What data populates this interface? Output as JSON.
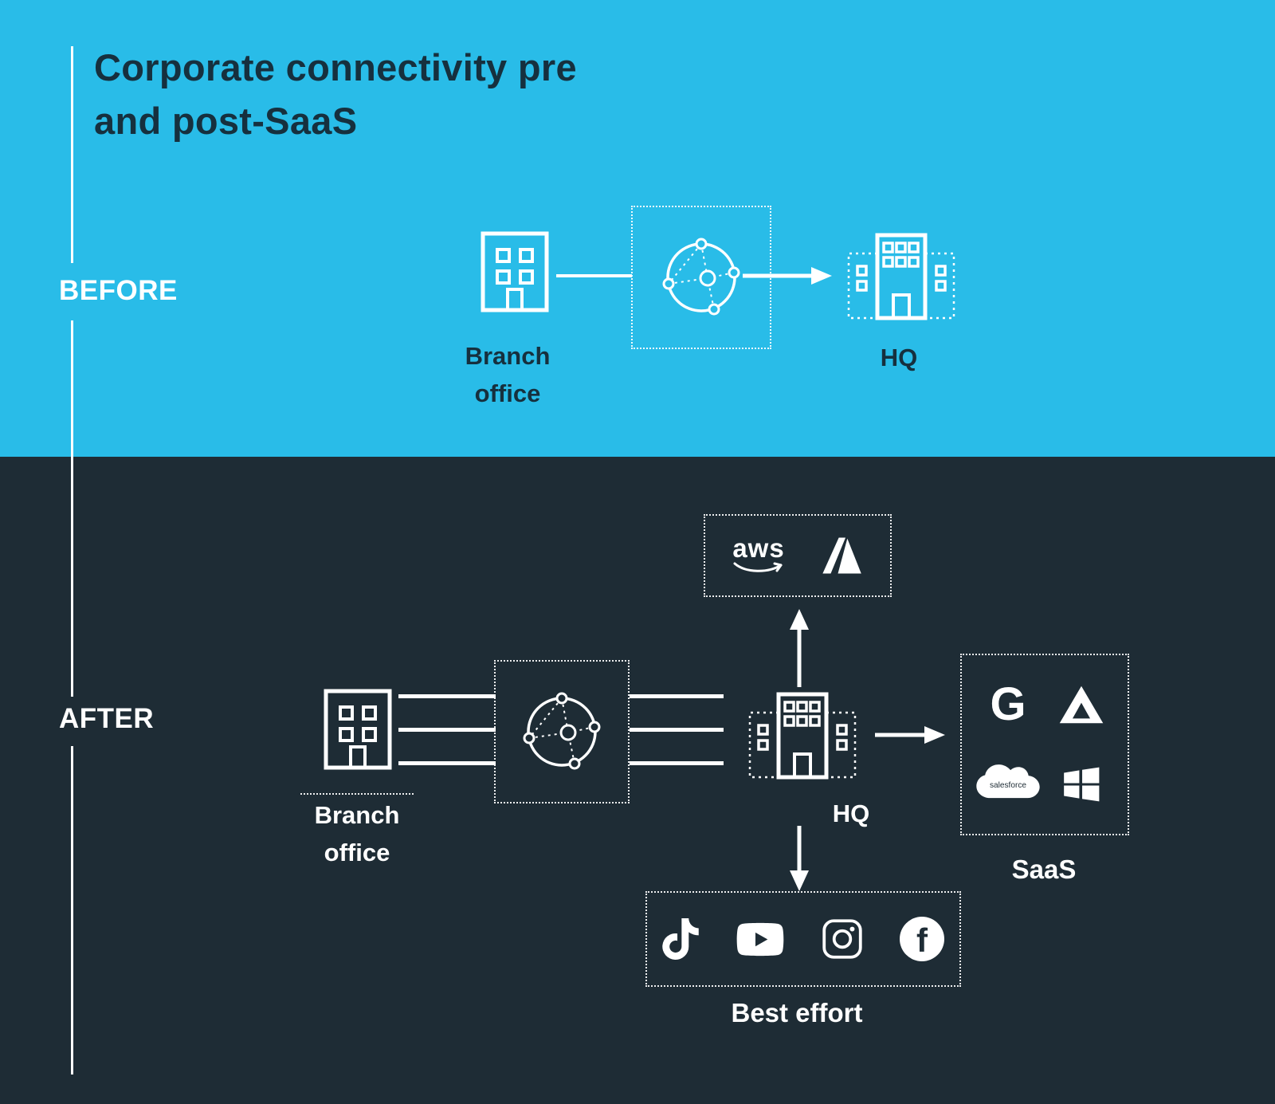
{
  "colors": {
    "before_bg": "#29BCE8",
    "after_bg": "#1E2C35",
    "heading_text": "#16303E",
    "diagram": "#FFFFFF"
  },
  "title": {
    "line1": "Corporate connectivity pre",
    "line2": "and post-SaaS"
  },
  "before": {
    "section_label": "BEFORE",
    "branch_label": {
      "line1": "Branch",
      "line2": "office"
    },
    "hq_label": "HQ"
  },
  "after": {
    "section_label": "AFTER",
    "branch_label": {
      "line1": "Branch",
      "line2": "office"
    },
    "hq_label": "HQ",
    "cloud_providers": {
      "aws_wordmark": "aws"
    },
    "saas": {
      "label": "SaaS",
      "google_letter": "G",
      "salesforce_wordmark": "salesforce"
    },
    "best_effort": {
      "label": "Best effort",
      "facebook_letter": "f"
    }
  }
}
